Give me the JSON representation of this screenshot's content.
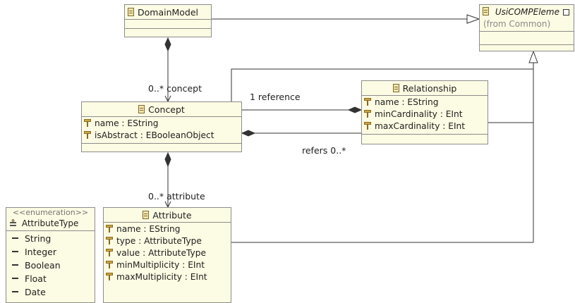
{
  "classes": {
    "domain_model": {
      "name": "DomainModel"
    },
    "usi_element": {
      "name": "UsiCOMPEleme",
      "origin": "(from Common)"
    },
    "relationship": {
      "name": "Relationship",
      "attributes": [
        "name : EString",
        "minCardinality : EInt",
        "maxCardinality : EInt"
      ]
    },
    "concept": {
      "name": "Concept",
      "attributes": [
        "name : EString",
        "isAbstract : EBooleanObject"
      ]
    },
    "attribute": {
      "name": "Attribute",
      "attributes": [
        "name : EString",
        "type : AttributeType",
        "value : AttributeType",
        "minMultiplicity : EInt",
        "maxMultiplicity : EInt"
      ]
    }
  },
  "enumeration": {
    "stereotype": "<<enumeration>>",
    "name": "AttributeType",
    "literals": [
      "String",
      "Integer",
      "Boolean",
      "Float",
      "Date"
    ]
  },
  "edge_labels": {
    "concept": "0..* concept",
    "reference": "1 reference",
    "refers": "refers 0..*",
    "attribute": "0..* attribute"
  }
}
